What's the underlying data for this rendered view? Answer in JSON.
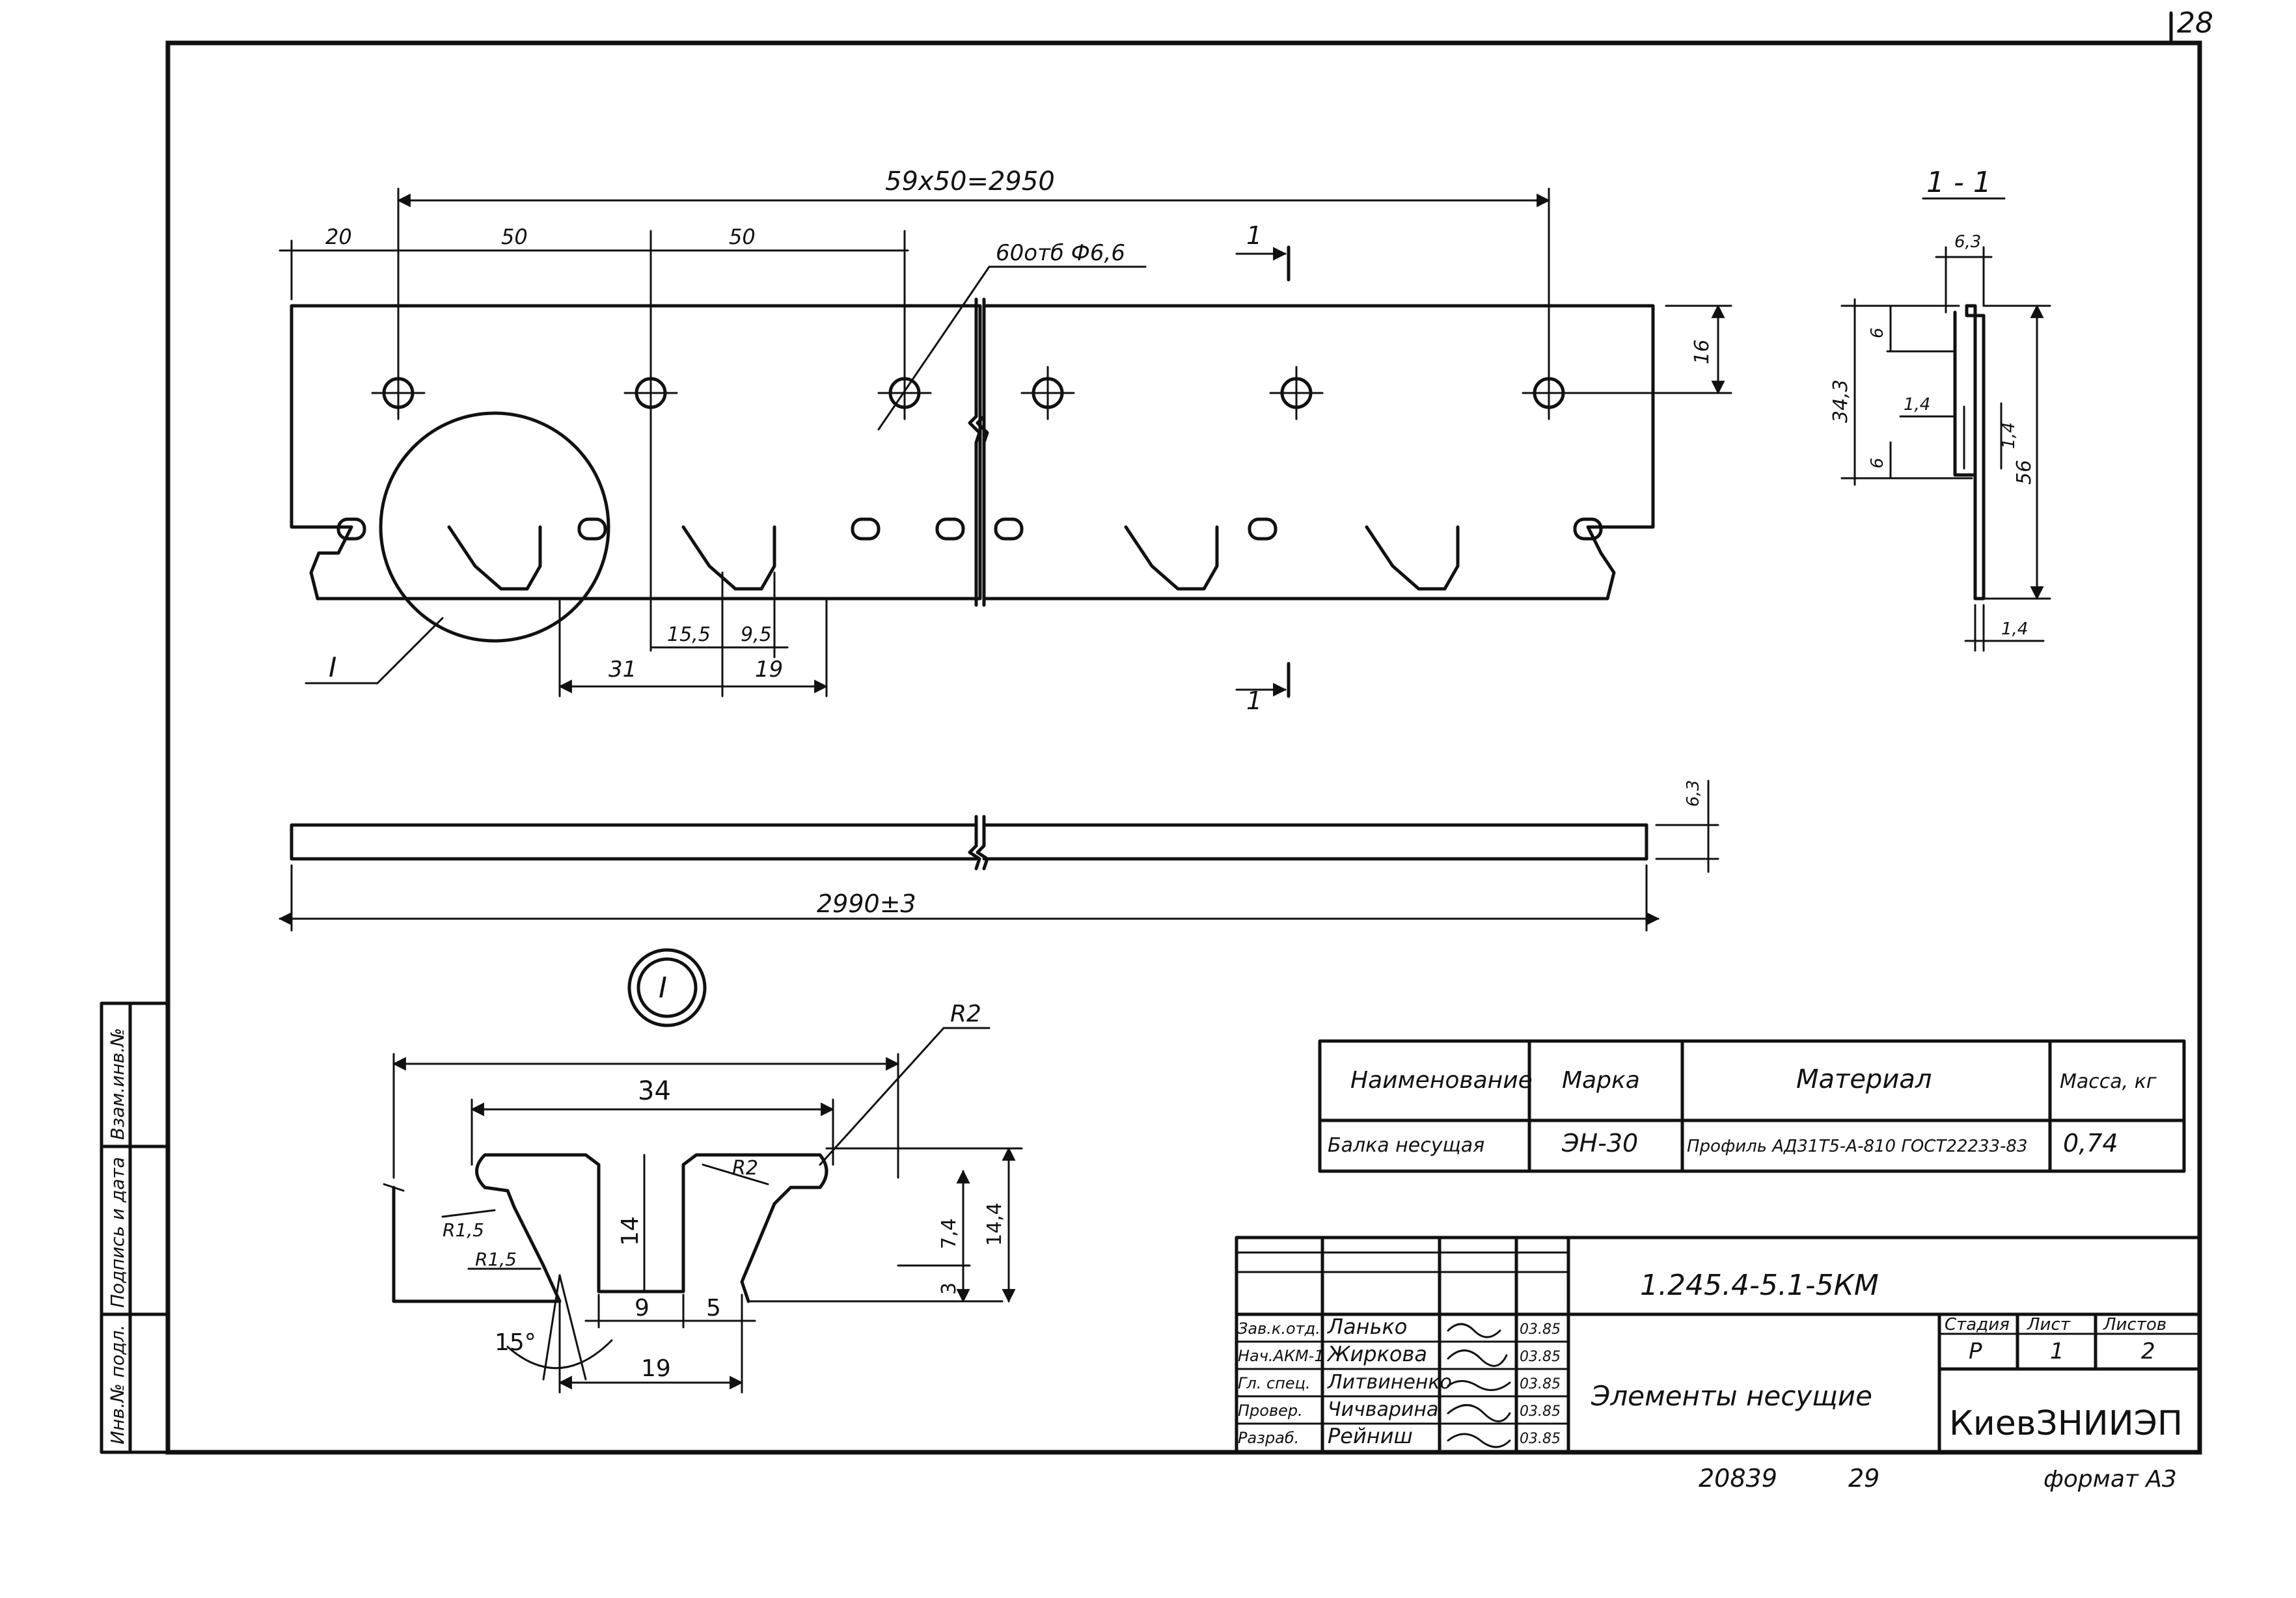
{
  "sheet_number": "28",
  "main_view": {
    "dim_total": "59x50=2950",
    "dim_20": "20",
    "dim_50_a": "50",
    "dim_50_b": "50",
    "holes_note": "60отб Ф6,6",
    "dim_16": "16",
    "dim_15_5": "15,5",
    "dim_9_5": "9,5",
    "dim_31": "31",
    "dim_19": "19",
    "detail_callout": "I",
    "section_mark_top": "1",
    "section_mark_bottom": "1"
  },
  "side_view": {
    "dim_length": "2990±3",
    "dim_6_3": "6,3"
  },
  "section_view": {
    "title": "1 - 1",
    "dim_6_3": "6,3",
    "dim_6_top": "6",
    "dim_34_3": "34,3",
    "dim_1_4_a": "1,4",
    "dim_1_4_b": "1,4",
    "dim_6_bottom": "6",
    "dim_56": "56",
    "dim_1_4_c": "1,4"
  },
  "detail_view": {
    "label": "I",
    "dim_34": "34",
    "r2": "R2",
    "r2_inner": "R2",
    "r1_5_a": "R1,5",
    "r1_5_b": "R1,5",
    "dim_14": "14",
    "dim_7_4": "7,4",
    "dim_14_4": "14,4",
    "dim_3": "3",
    "dim_9": "9",
    "dim_5": "5",
    "dim_19": "19",
    "angle": "15°"
  },
  "spec_table": {
    "headers": [
      "Наименование",
      "Марка",
      "Материал",
      "Масса, кг"
    ],
    "row": {
      "name": "Балка несущая",
      "mark": "ЭН-30",
      "material": "Профиль АД31Т5-А-810 ГОСТ22233-83",
      "mass": "0,74"
    }
  },
  "title_block": {
    "code": "1.245.4-5.1-5КМ",
    "title": "Элементы несущие",
    "org": "КиевЗНИИЭП",
    "stage_label": "Стадия",
    "sheet_label": "Лист",
    "sheets_label": "Листов",
    "stage": "Р",
    "sheet": "1",
    "sheets": "2",
    "roles": [
      {
        "role": "Зав.к.отд.",
        "name": "Ланько",
        "date": "03.85"
      },
      {
        "role": "Нач.АКМ-1",
        "name": "Жиркова",
        "date": "03.85"
      },
      {
        "role": "Гл. спец.",
        "name": "Литвиненко",
        "date": "03.85"
      },
      {
        "role": "Провер.",
        "name": "Чичварина",
        "date": "03.85"
      },
      {
        "role": "Разраб.",
        "name": "Рейниш",
        "date": "03.85"
      }
    ]
  },
  "left_stamp": [
    "Инв.№ подл.",
    "Подпись и дата",
    "Взам.инв.№"
  ],
  "footer": {
    "archive": "20839",
    "page": "29",
    "format": "формат А3"
  }
}
